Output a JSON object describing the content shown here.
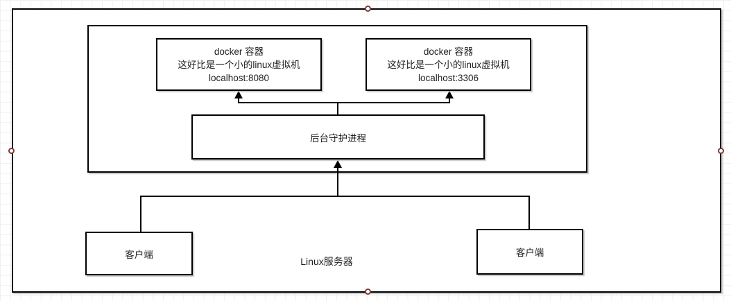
{
  "colors": {
    "line": "#000000",
    "shape_fill": "#ffffff",
    "grid_line": "#f0f0f0",
    "text": "#1f1f1f",
    "selection_handle_stroke": "#7d3a3a",
    "selection_handle_fill": "#ffffff"
  },
  "diagram": {
    "containers": [
      {
        "title": "docker 容器",
        "desc": "这好比是一个小的linux虚拟机",
        "host": "localhost:8080"
      },
      {
        "title": "docker 容器",
        "desc": "这好比是一个小的linux虚拟机",
        "host": "localhost:3306"
      }
    ],
    "daemon_label": "后台守护进程",
    "clients": [
      {
        "label": "客户端"
      },
      {
        "label": "客户端"
      }
    ],
    "server_label": "Linux服务器"
  }
}
